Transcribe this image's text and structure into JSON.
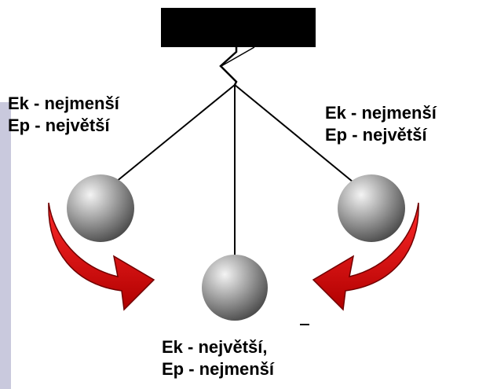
{
  "labels": {
    "left": {
      "ek": "Ek - nejmenší",
      "ep": "Ep - největší"
    },
    "right": {
      "ek": "Ek - nejmenší",
      "ep": "Ep - největší"
    },
    "bottom": {
      "ek": "Ek - největší,",
      "ep": "Ep - nejmenší"
    }
  },
  "colors": {
    "support": "#000000",
    "string": "#000000",
    "ball": "#8a8a8a",
    "arrow": "#e00000",
    "side_bar": "#c9c9dd"
  }
}
